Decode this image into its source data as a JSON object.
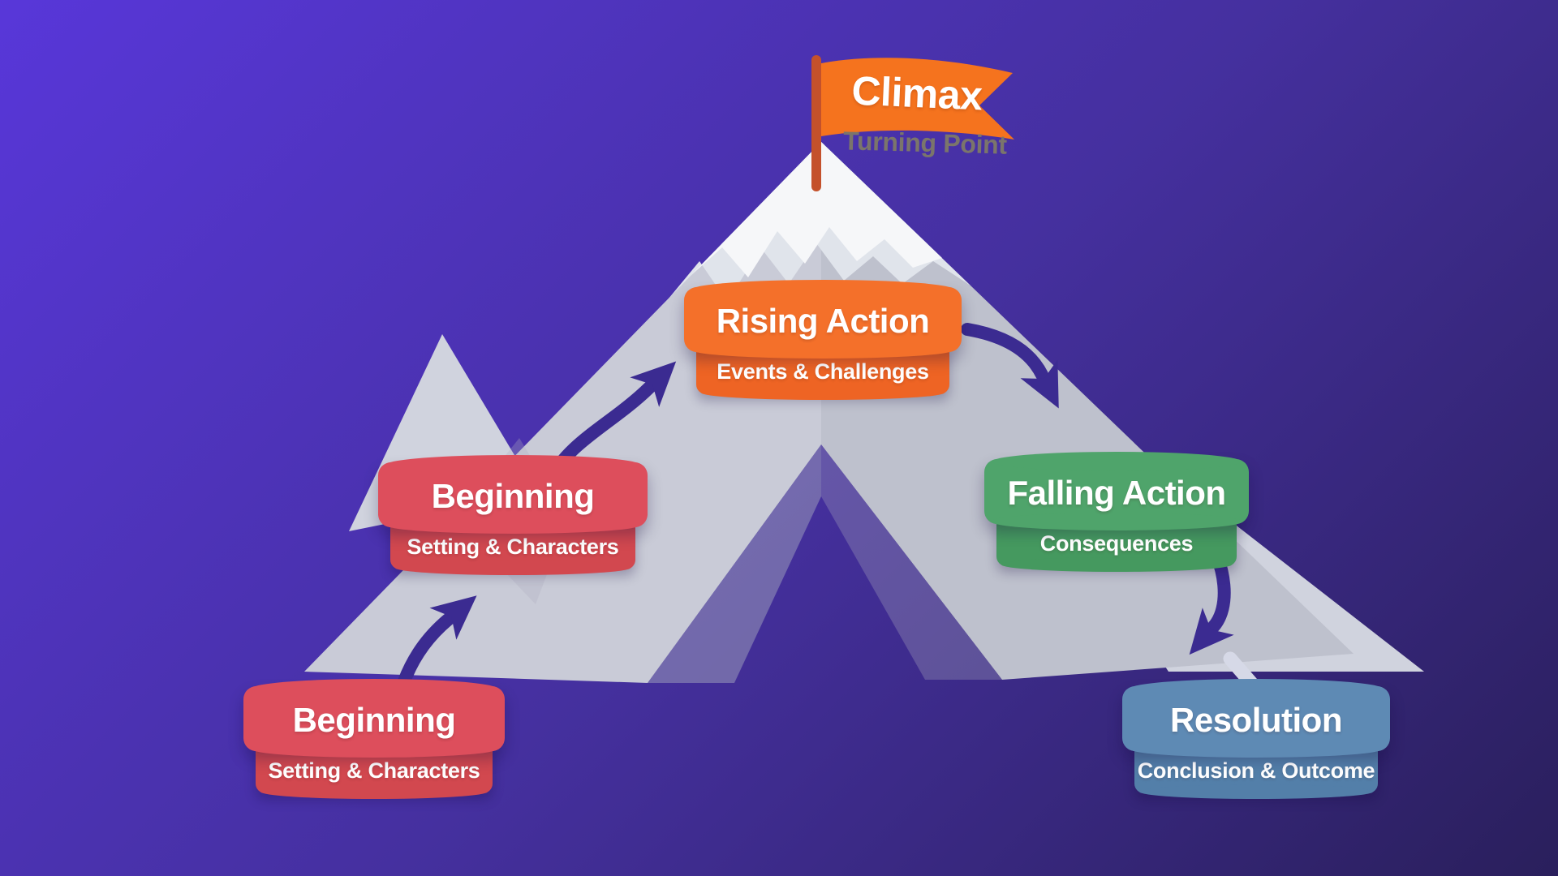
{
  "diagram": {
    "flag": {
      "label": "Climax",
      "sublabel": "Turning Point"
    },
    "stages": [
      {
        "key": "beginning-start",
        "title": "Beginning",
        "subtitle": "Setting & Characters",
        "color": "#dd4e5c",
        "subColor": "#d2484f"
      },
      {
        "key": "beginning-slope",
        "title": "Beginning",
        "subtitle": "Setting & Characters",
        "color": "#dd4e5c",
        "subColor": "#d2484f"
      },
      {
        "key": "rising-action",
        "title": "Rising Action",
        "subtitle": "Events & Challenges",
        "color": "#f4702a",
        "subColor": "#ee6424"
      },
      {
        "key": "falling-action",
        "title": "Falling Action",
        "subtitle": "Consequences",
        "color": "#4fa46b",
        "subColor": "#45995f"
      },
      {
        "key": "resolution",
        "title": "Resolution",
        "subtitle": "Conclusion & Outcome",
        "color": "#5e8ab4",
        "subColor": "#537fa9"
      }
    ],
    "colors": {
      "background-top": "#5837d9",
      "background-mid": "#45309f",
      "background-bottom": "#2a1f5c",
      "arrow": "#3b2b91",
      "arrow-light": "#d6d9e7",
      "flag": "#f5731e",
      "flag-pole": "#c4512b",
      "flag-text": "#ffffff",
      "flag-subtext": "#7b756b",
      "mountain-left": "#c9cbd7",
      "mountain-right": "#bec1cd",
      "mountain-back": "#d0d3de",
      "mountain-shade": "#aeb1c1",
      "snow": "#f6f7f9",
      "snow-under": "#e0e4eb",
      "banner-text": "#ffffff"
    }
  }
}
